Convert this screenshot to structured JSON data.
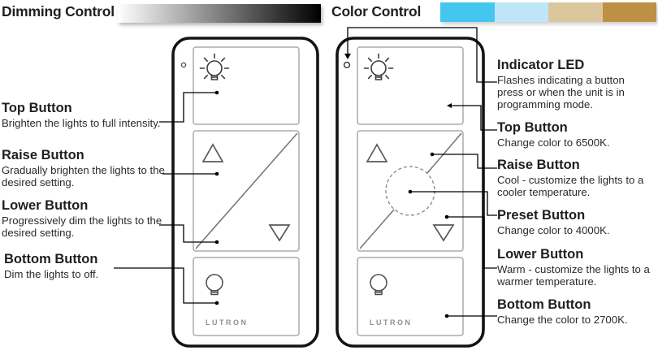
{
  "dimming_section": {
    "title": "Dimming Control",
    "gradient": [
      "#ffffff",
      "#000000"
    ],
    "brand": "LUTRON",
    "callouts": [
      {
        "title": "Top Button",
        "desc": "Brighten the lights to full intensity."
      },
      {
        "title": "Raise Button",
        "desc": "Gradually brighten the lights to the desired setting."
      },
      {
        "title": "Lower Button",
        "desc": "Progressively dim the lights to the desired setting."
      },
      {
        "title": "Bottom Button",
        "desc": "Dim the lights to off."
      }
    ]
  },
  "color_section": {
    "title": "Color Control",
    "swatches": [
      "#45c6ee",
      "#bfe6f8",
      "#dcc69e",
      "#bd9045"
    ],
    "brand": "LUTRON",
    "callouts": [
      {
        "title": "Indicator LED",
        "desc": "Flashes indicating a button press or when the unit is in programming mode."
      },
      {
        "title": "Top Button",
        "desc": "Change color to 6500K."
      },
      {
        "title": "Raise Button",
        "desc": "Cool - customize the lights to a cooler temperature."
      },
      {
        "title": "Preset Button",
        "desc": "Change color to 4000K."
      },
      {
        "title": "Lower Button",
        "desc": "Warm - customize the lights to a warmer temperature."
      },
      {
        "title": "Bottom Button",
        "desc": "Change the color to 2700K."
      }
    ]
  }
}
